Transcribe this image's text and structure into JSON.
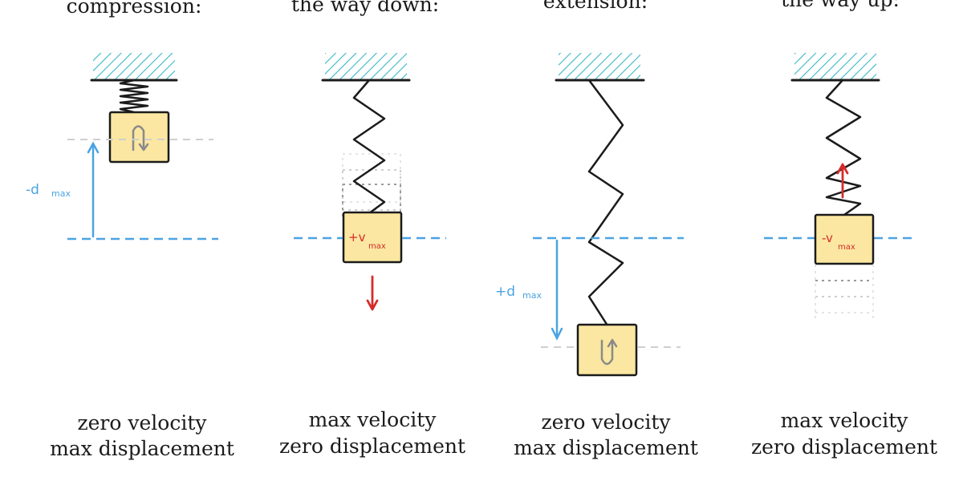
{
  "panels": [
    {
      "heading": "compression:",
      "caption_line1": "zero velocity",
      "caption_line2": "max displacement",
      "displacement_label": "-d",
      "displacement_sub": "max",
      "velocity_label": "",
      "velocity_sub": ""
    },
    {
      "heading": "the way down:",
      "caption_line1": "max velocity",
      "caption_line2": "zero displacement",
      "displacement_label": "",
      "displacement_sub": "",
      "velocity_label": "+v",
      "velocity_sub": "max"
    },
    {
      "heading": "extension:",
      "caption_line1": "zero velocity",
      "caption_line2": "max displacement",
      "displacement_label": "+d",
      "displacement_sub": "max",
      "velocity_label": "",
      "velocity_sub": ""
    },
    {
      "heading": "the way up:",
      "caption_line1": "max velocity",
      "caption_line2": "zero displacement",
      "displacement_label": "",
      "displacement_sub": "",
      "velocity_label": "-v",
      "velocity_sub": "max"
    }
  ],
  "colors": {
    "ceiling_hatch": "#38b8c4",
    "spring": "#1b1b1b",
    "mass_fill": "#fbe7a1",
    "equilibrium_line": "#4ba3e2",
    "velocity_arrow": "#d62b2b",
    "turn_arrow": "#8a8a8a",
    "ghost_box": "#9a9a9a"
  },
  "icons": {
    "turn_down": "u-turn-down-arrow-icon",
    "turn_up": "u-turn-up-arrow-icon"
  }
}
